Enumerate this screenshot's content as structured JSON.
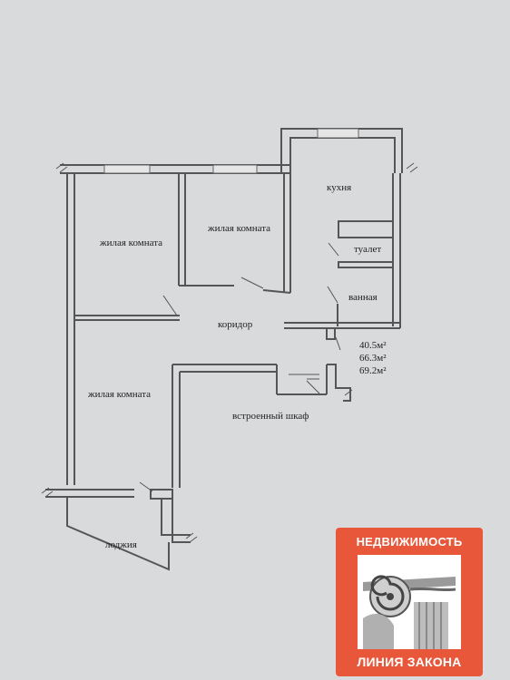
{
  "rooms": {
    "living_1": "жилая комната",
    "living_2": "жилая комната",
    "living_3": "жилая комната",
    "kitchen": "кухня",
    "toilet": "туалет",
    "bathroom": "ванная",
    "corridor": "коридор",
    "closet": "встроенный шкаф",
    "loggia": "лоджия"
  },
  "areas": [
    "40.5м²",
    "66.3м²",
    "69.2м²"
  ],
  "logo": {
    "top": "НЕДВИЖИМОСТЬ",
    "bottom": "ЛИНИЯ ЗАКОНА"
  },
  "colors": {
    "paper": "#d9dadc",
    "wall": "#555555",
    "logo_bg": "#e8573a"
  }
}
